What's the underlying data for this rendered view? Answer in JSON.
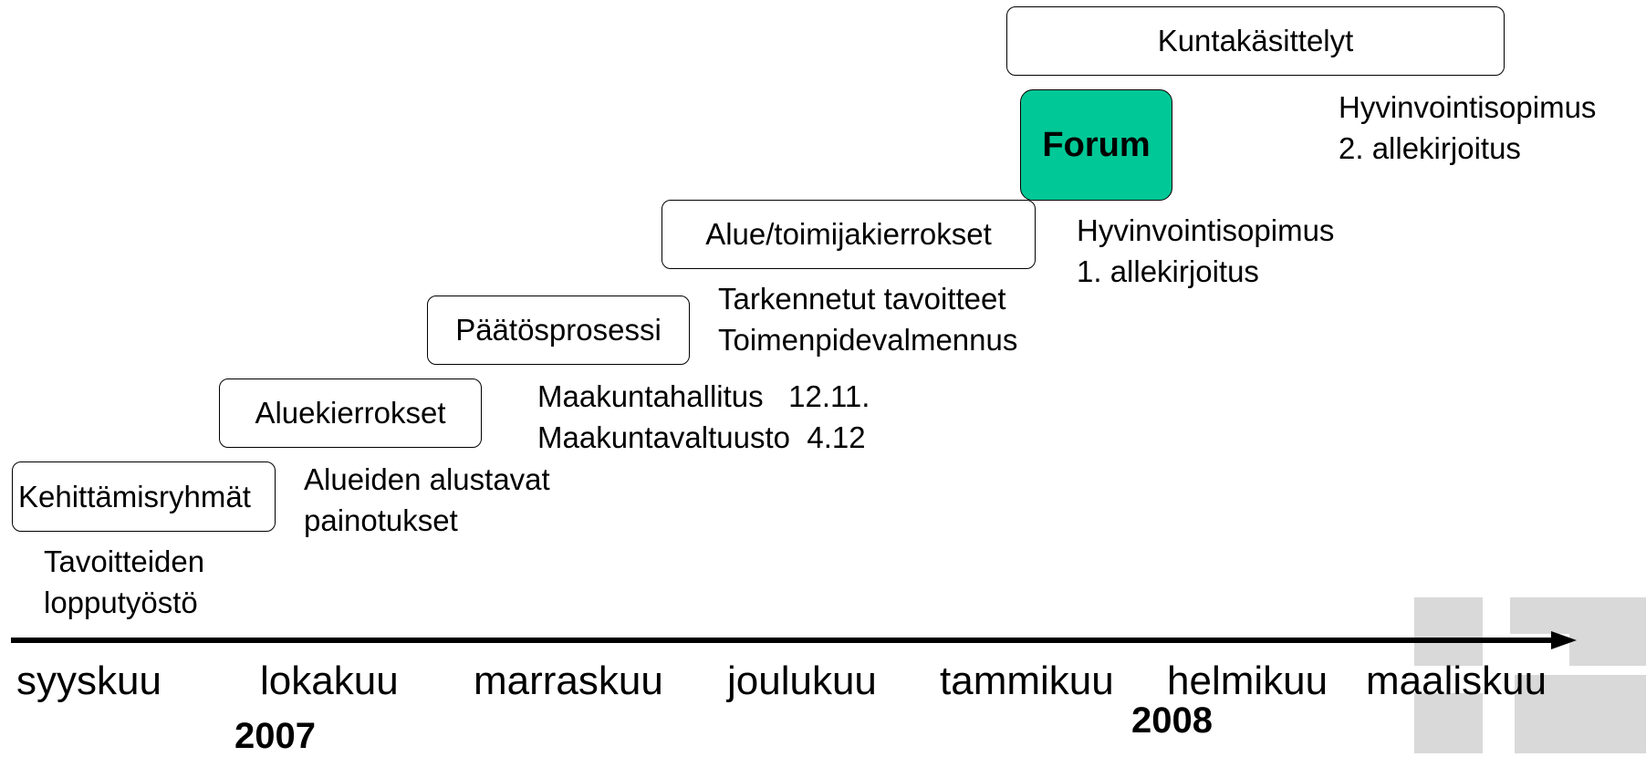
{
  "boxes": {
    "kuntakasittelyt": "Kuntakäsittelyt",
    "forum": "Forum",
    "alue_toimijakierrokset": "Alue/toimijakierrokset",
    "paatosprosessi": "Päätösprosessi",
    "aluekierrokset": "Aluekierrokset",
    "kehittamisryhmat": "Kehittämisryhmät"
  },
  "notes": {
    "sopimus2_line1": "Hyvinvointisopimus",
    "sopimus2_line2": "2. allekirjoitus",
    "sopimus1_line1": "Hyvinvointisopimus",
    "sopimus1_line2": "1. allekirjoitus",
    "tarkennetut_line1": "Tarkennetut tavoitteet",
    "tarkennetut_line2": "Toimenpidevalmennus",
    "maakunta_line1": "Maakuntahallitus   12.11.",
    "maakunta_line2": "Maakuntavaltuusto  4.12",
    "alueiden_line1": "Alueiden alustavat",
    "alueiden_line2": "painotukset",
    "tavoitteiden_line1": "Tavoitteiden",
    "tavoitteiden_line2": "lopputyöstö"
  },
  "timeline": {
    "months": [
      "syyskuu",
      "lokakuu",
      "marraskuu",
      "joulukuu",
      "tammikuu",
      "helmikuu",
      "maaliskuu"
    ],
    "year_2007": "2007",
    "year_2008": "2008"
  },
  "colors": {
    "forum_fill": "#00c896",
    "logo_gray": "#d9d9d9"
  },
  "icons": {
    "logo": "cross-logo-watermark",
    "arrow": "timeline-arrow"
  }
}
